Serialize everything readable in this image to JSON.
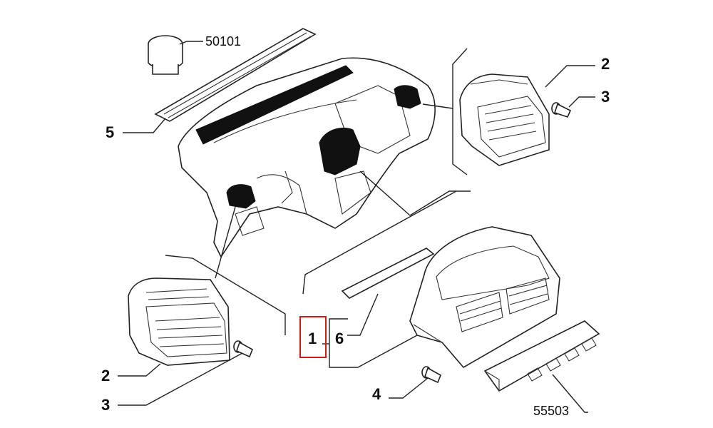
{
  "callouts": {
    "c1": "1",
    "c2a": "2",
    "c2b": "2",
    "c3a": "3",
    "c3b": "3",
    "c4": "4",
    "c5": "5",
    "c6": "6",
    "c50101": "50101",
    "c55503": "55503"
  },
  "highlight": {
    "color": "#d11a1a",
    "target": "1"
  }
}
